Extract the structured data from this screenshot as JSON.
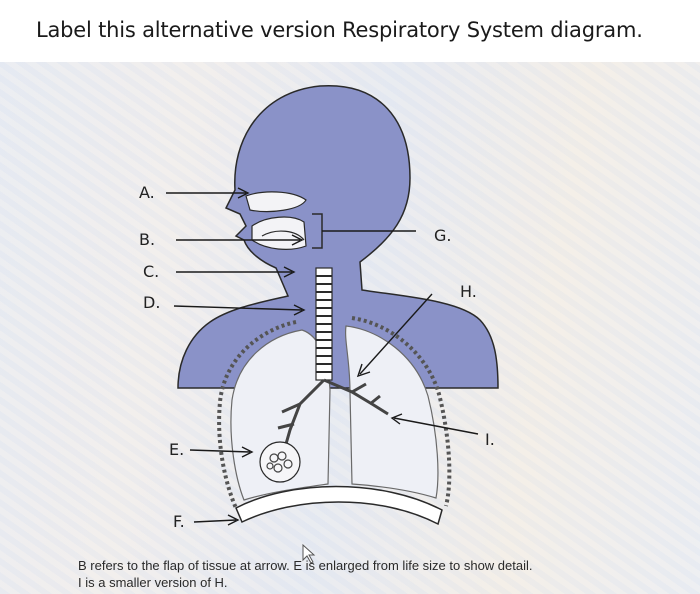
{
  "title": "Label this alternative version Respiratory System diagram.",
  "labels": {
    "a": "A.",
    "b": "B.",
    "c": "C.",
    "d": "D.",
    "e": "E.",
    "f": "F.",
    "g": "G.",
    "h": "H.",
    "i": "I."
  },
  "caption": {
    "line1": "B refers to the flap of tissue at arrow. E is enlarged from life size to show detail.",
    "line2": "I is a smaller version of H."
  },
  "colors": {
    "silhouette": "#8a92c8",
    "outline": "#2a2a2a",
    "lung_fill": "#eef0f6"
  }
}
